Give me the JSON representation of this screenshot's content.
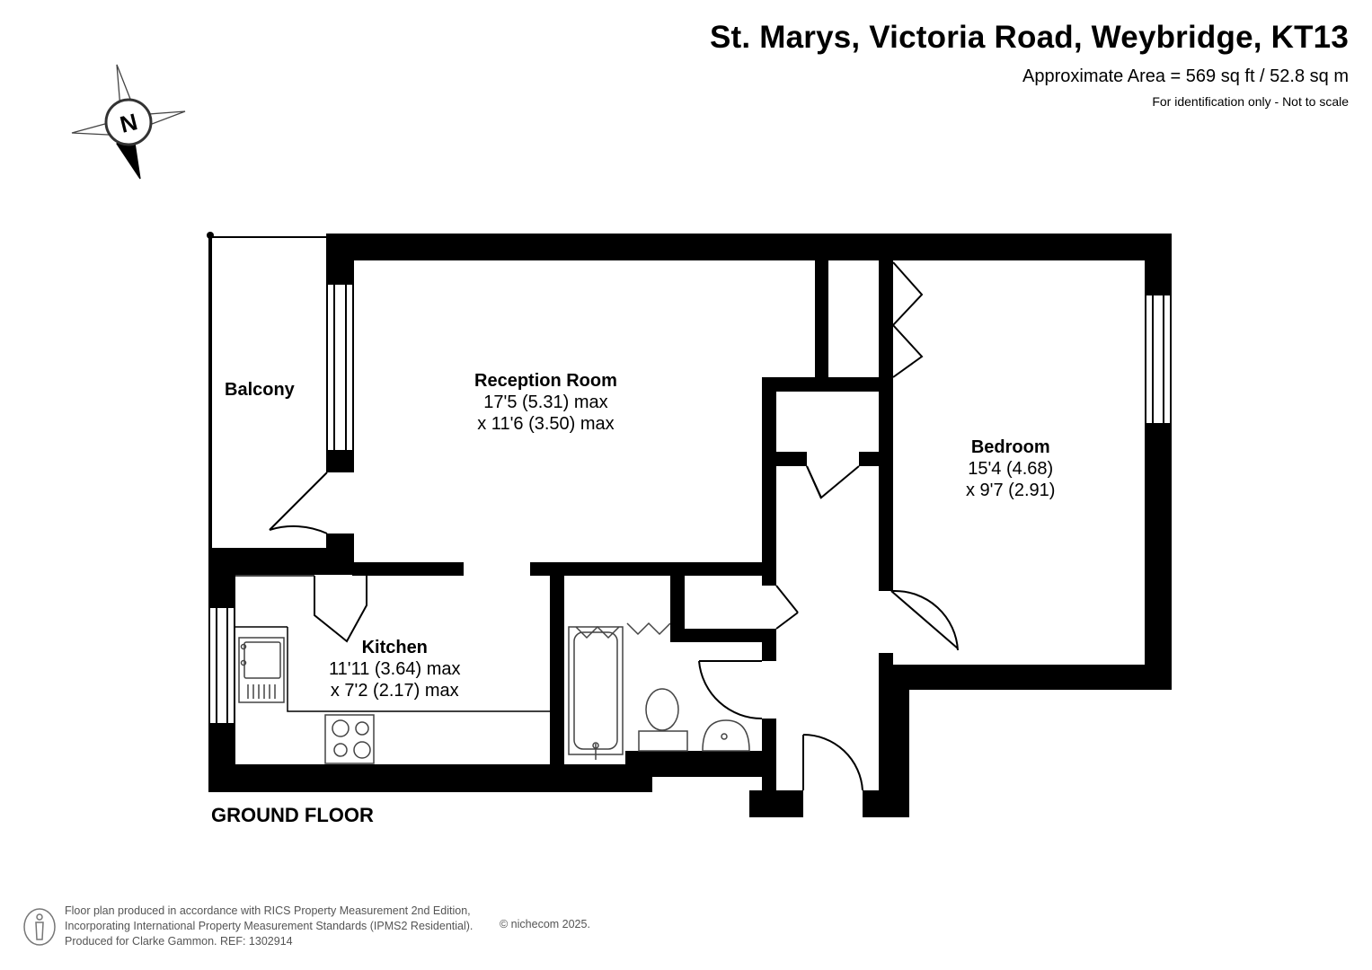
{
  "header": {
    "title": "St. Marys, Victoria Road, Weybridge, KT13",
    "area": "Approximate Area = 569 sq ft / 52.8 sq m",
    "disclaimer": "For identification only - Not to scale"
  },
  "compass": {
    "letter": "N"
  },
  "rooms": {
    "balcony": {
      "name": "Balcony"
    },
    "reception": {
      "name": "Reception Room",
      "dim1": "17'5 (5.31) max",
      "dim2": "x 11'6 (3.50) max"
    },
    "bedroom": {
      "name": "Bedroom",
      "dim1": "15'4 (4.68)",
      "dim2": "x 9'7 (2.91)"
    },
    "kitchen": {
      "name": "Kitchen",
      "dim1": "11'11 (3.64) max",
      "dim2": "x 7'2 (2.17) max"
    }
  },
  "floor_label": "GROUND FLOOR",
  "footer": {
    "line1": "Floor plan produced in accordance with RICS Property Measurement 2nd Edition,",
    "line2": "Incorporating International Property Measurement Standards (IPMS2 Residential).",
    "line3": "Produced for Clarke Gammon.   REF:  1302914",
    "copyright": "© nichecom 2025."
  },
  "colors": {
    "wall": "#000000",
    "fixture": "#555555",
    "text": "#000000",
    "footer_text": "#555555"
  }
}
